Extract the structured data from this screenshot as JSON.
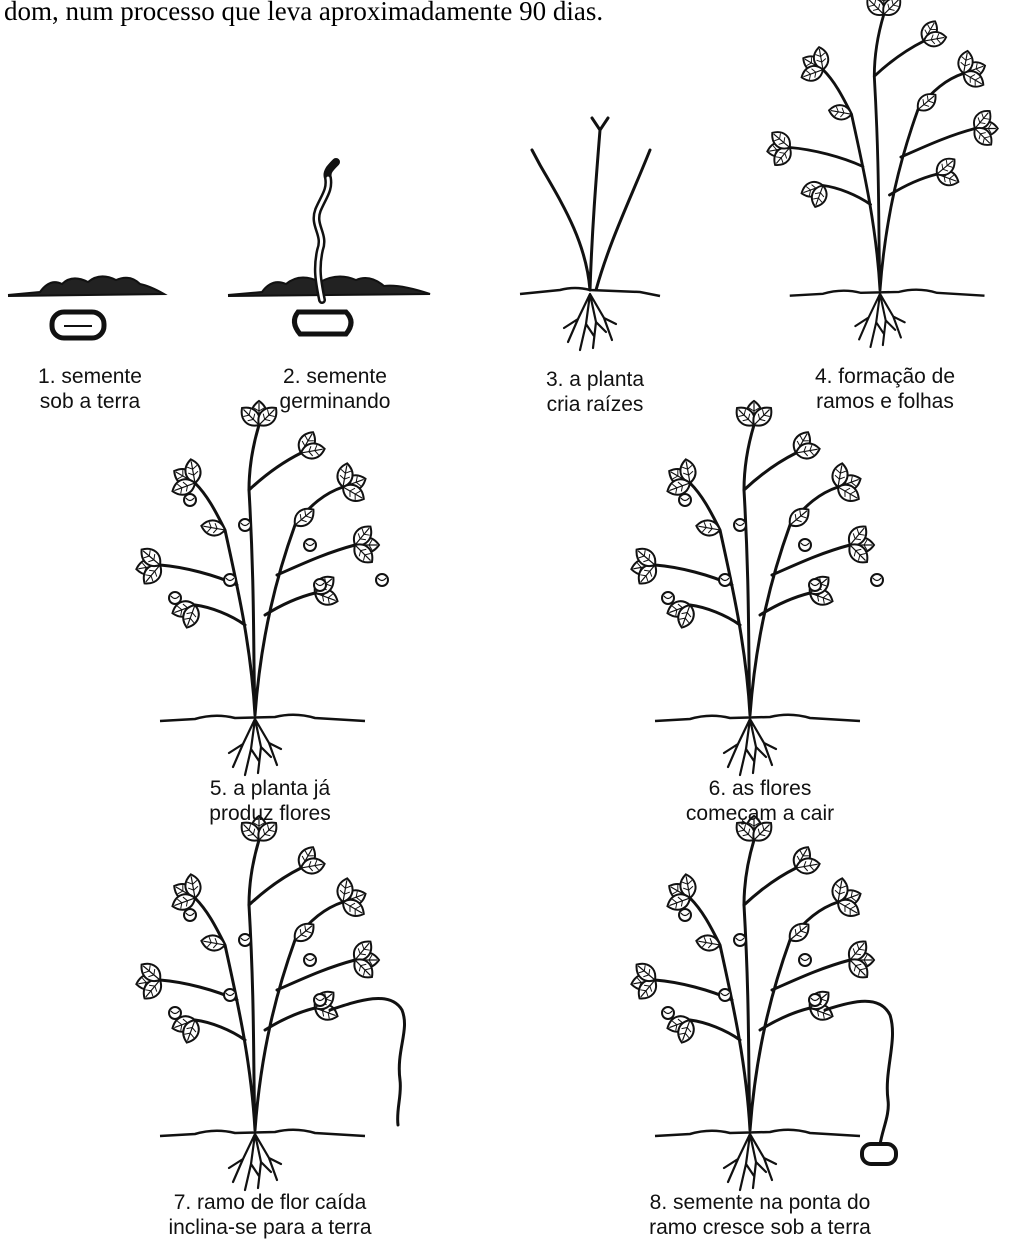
{
  "intro_text": "dom, num processo que leva aproximadamente 90 dias.",
  "stages": [
    {
      "number": 1,
      "line1": "1. semente",
      "line2": "sob a terra"
    },
    {
      "number": 2,
      "line1": "2. semente",
      "line2": "germinando"
    },
    {
      "number": 3,
      "line1": "3. a planta",
      "line2": "cria raízes"
    },
    {
      "number": 4,
      "line1": "4. formação de",
      "line2": "ramos e folhas"
    },
    {
      "number": 5,
      "line1": "5. a planta já",
      "line2": "produz flores"
    },
    {
      "number": 6,
      "line1": "6. as flores",
      "line2": "começam a cair"
    },
    {
      "number": 7,
      "line1": "7. ramo de flor caída",
      "line2": "inclina-se para a terra"
    },
    {
      "number": 8,
      "line1": "8. semente na ponta do",
      "line2": "ramo cresce sob a terra"
    }
  ],
  "colors": {
    "ink": "#111111",
    "paper": "#ffffff"
  }
}
